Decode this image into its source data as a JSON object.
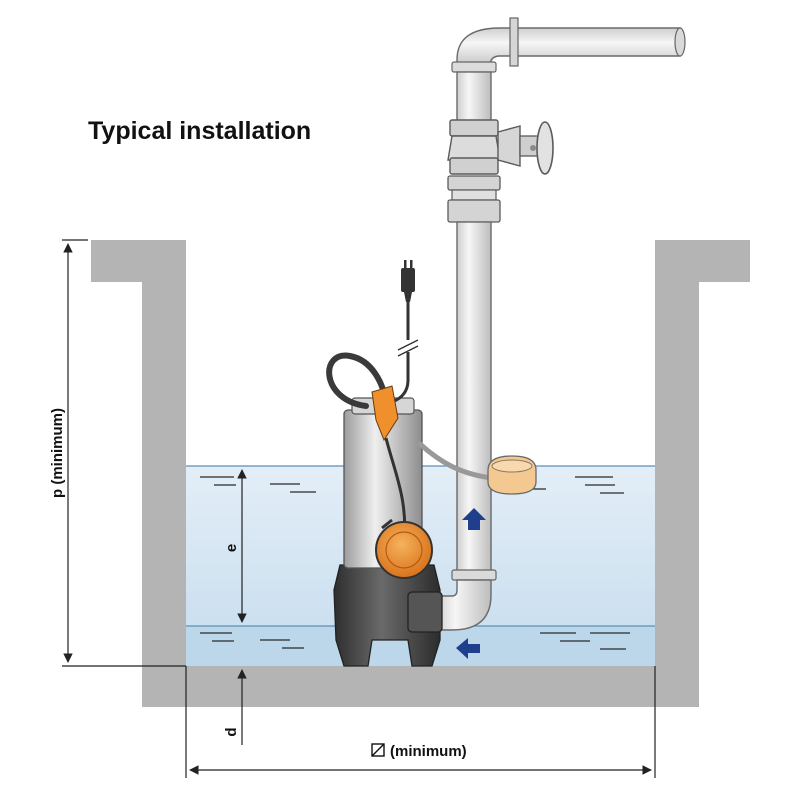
{
  "diagram": {
    "title": "Typical installation",
    "dimensions": {
      "p_label": "p (minimum)",
      "e_label": "e",
      "d_label": "d",
      "width_label": "(minimum)"
    },
    "colors": {
      "wall": "#b4b4b4",
      "water": "#d5e6f3",
      "water_low": "#bcd6ea",
      "pipe": "#e4e4e4",
      "pump_body": "#c9c9c9",
      "pump_base": "#4c4c4c",
      "float": "#f0902c",
      "float_tan": "#f3c891",
      "arrow": "#1f3f8c"
    }
  }
}
